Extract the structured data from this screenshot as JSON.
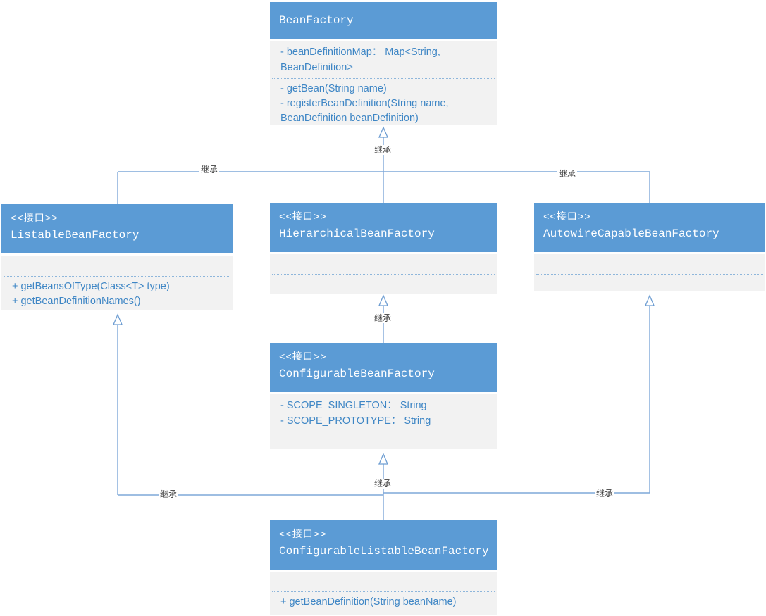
{
  "colors": {
    "header_bg": "#5B9BD5",
    "body_bg": "#F2F2F2",
    "body_text": "#3E86C5",
    "connector_line": "#7FA8D9",
    "label_text": "#3F3F3F"
  },
  "inherit_labels": [
    "继承",
    "继承",
    "继承",
    "继承",
    "继承",
    "继承",
    "继承"
  ],
  "classes": {
    "bean_factory": {
      "name": "BeanFactory",
      "attributes": [
        "- beanDefinitionMap： Map<String,",
        "BeanDefinition>"
      ],
      "methods": [
        "- getBean(String name)",
        "- registerBeanDefinition(String name,",
        "BeanDefinition beanDefinition)"
      ]
    },
    "listable_bean_factory": {
      "stereotype": "<<接口>>",
      "name": "ListableBeanFactory",
      "methods": [
        "+ getBeansOfType(Class<T> type)",
        "+ getBeanDefinitionNames()"
      ]
    },
    "hierarchical_bean_factory": {
      "stereotype": "<<接口>>",
      "name": "HierarchicalBeanFactory"
    },
    "autowire_capable_bean_factory": {
      "stereotype": "<<接口>>",
      "name": "AutowireCapableBeanFactory"
    },
    "configurable_bean_factory": {
      "stereotype": "<<接口>>",
      "name": "ConfigurableBeanFactory",
      "attributes": [
        "- SCOPE_SINGLETON： String",
        "- SCOPE_PROTOTYPE： String"
      ]
    },
    "configurable_listable_bean_factory": {
      "stereotype": "<<接口>>",
      "name": "ConfigurableListableBeanFactory",
      "methods": [
        "+ getBeanDefinition(String beanName)"
      ]
    }
  }
}
